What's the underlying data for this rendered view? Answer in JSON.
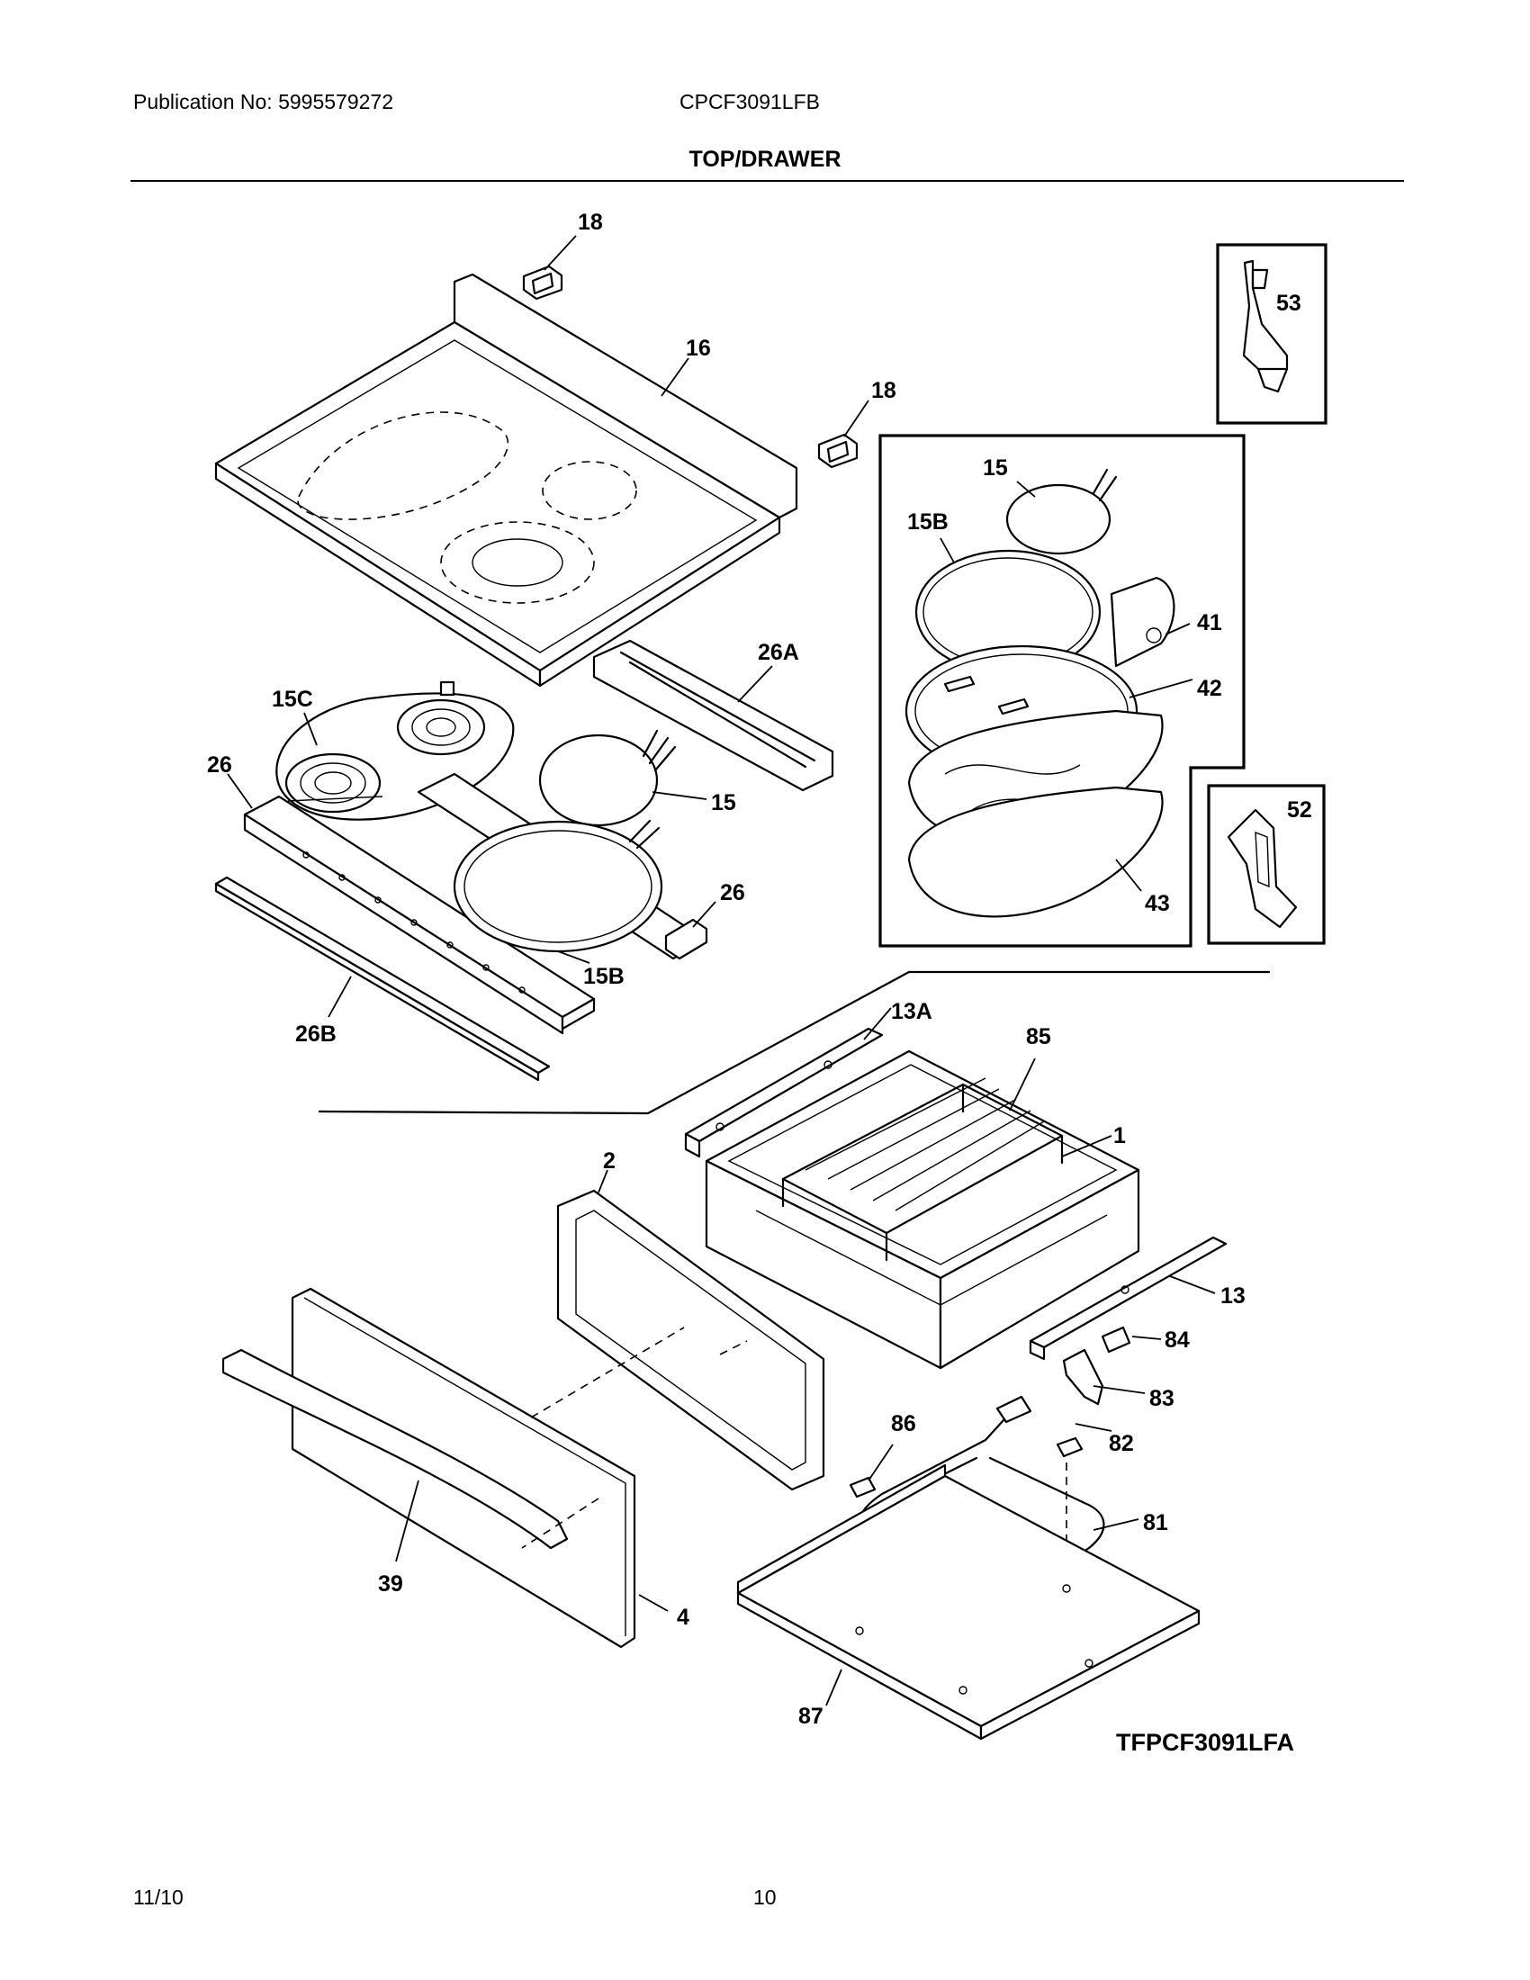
{
  "header": {
    "publication": "Publication No: 5995579272",
    "model": "CPCF3091LFB",
    "section_title": "TOP/DRAWER"
  },
  "callouts": {
    "c18a": "18",
    "c16": "16",
    "c18b": "18",
    "c53": "53",
    "c15_inset": "15",
    "c15b_inset": "15B",
    "c41": "41",
    "c42": "42",
    "c43": "43",
    "c52": "52",
    "c26a": "26A",
    "c15c": "15C",
    "c26_left": "26",
    "c15_main": "15",
    "c26_right": "26",
    "c15b_main": "15B",
    "c26b": "26B",
    "c13a": "13A",
    "c85": "85",
    "c1": "1",
    "c2": "2",
    "c13": "13",
    "c84": "84",
    "c83": "83",
    "c82": "82",
    "c86": "86",
    "c81": "81",
    "c39": "39",
    "c4": "4",
    "c87": "87"
  },
  "diagram_ref": "TFPCF3091LFA",
  "footer": {
    "date": "11/10",
    "page": "10"
  }
}
